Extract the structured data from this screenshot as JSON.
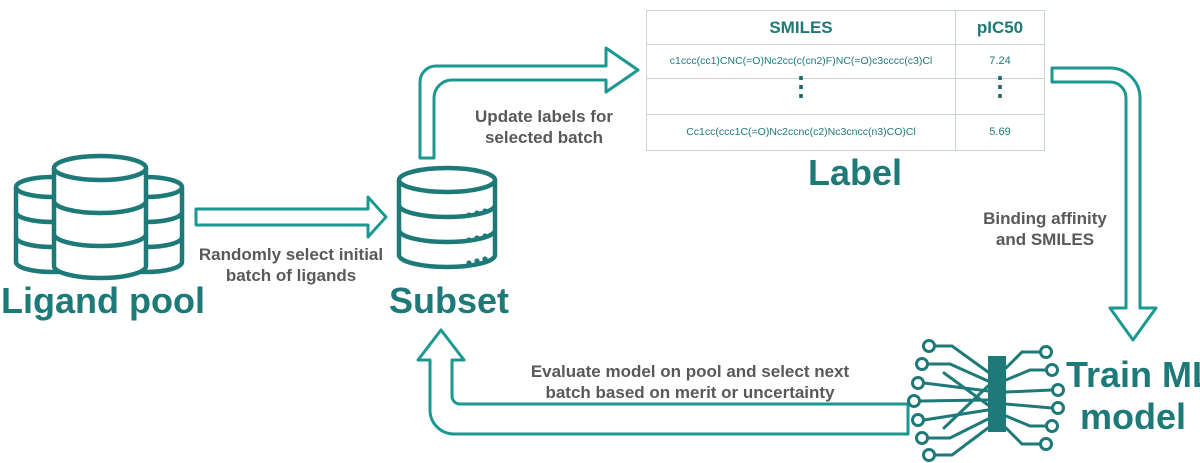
{
  "colors": {
    "teal": "#1e7a78",
    "arrow_stroke": "#1a9891",
    "gray_text": "#58595b",
    "table_border": "#c8d4d3"
  },
  "nodes": {
    "ligand_pool": "Ligand pool",
    "subset": "Subset",
    "label": "Label",
    "train_ml_model": [
      "Train ML",
      "model"
    ]
  },
  "steps": {
    "random_select": [
      "Randomly select initial",
      "batch of ligands"
    ],
    "update_labels": [
      "Update labels for",
      "selected batch"
    ],
    "binding_affinity": [
      "Binding affinity",
      "and SMILES"
    ],
    "evaluate": [
      "Evaluate model on pool and select next",
      "batch based on merit or uncertainty"
    ]
  },
  "table": {
    "headers": [
      "SMILES",
      "pIC50"
    ],
    "rows": [
      {
        "smiles": "c1ccc(cc1)CNC(=O)Nc2cc(c(cn2)F)NC(=O)c3cccc(c3)Cl",
        "pic50": "7.24"
      },
      {
        "smiles": "⋮",
        "pic50": "⋮"
      },
      {
        "smiles": "Cc1cc(ccc1C(=O)Nc2ccnc(c2)Nc3cncc(n3)CO)Cl",
        "pic50": "5.69"
      }
    ]
  },
  "icons": [
    "database-stack-icon",
    "database-icon",
    "neural-network-icon",
    "outline-arrow-icon"
  ]
}
